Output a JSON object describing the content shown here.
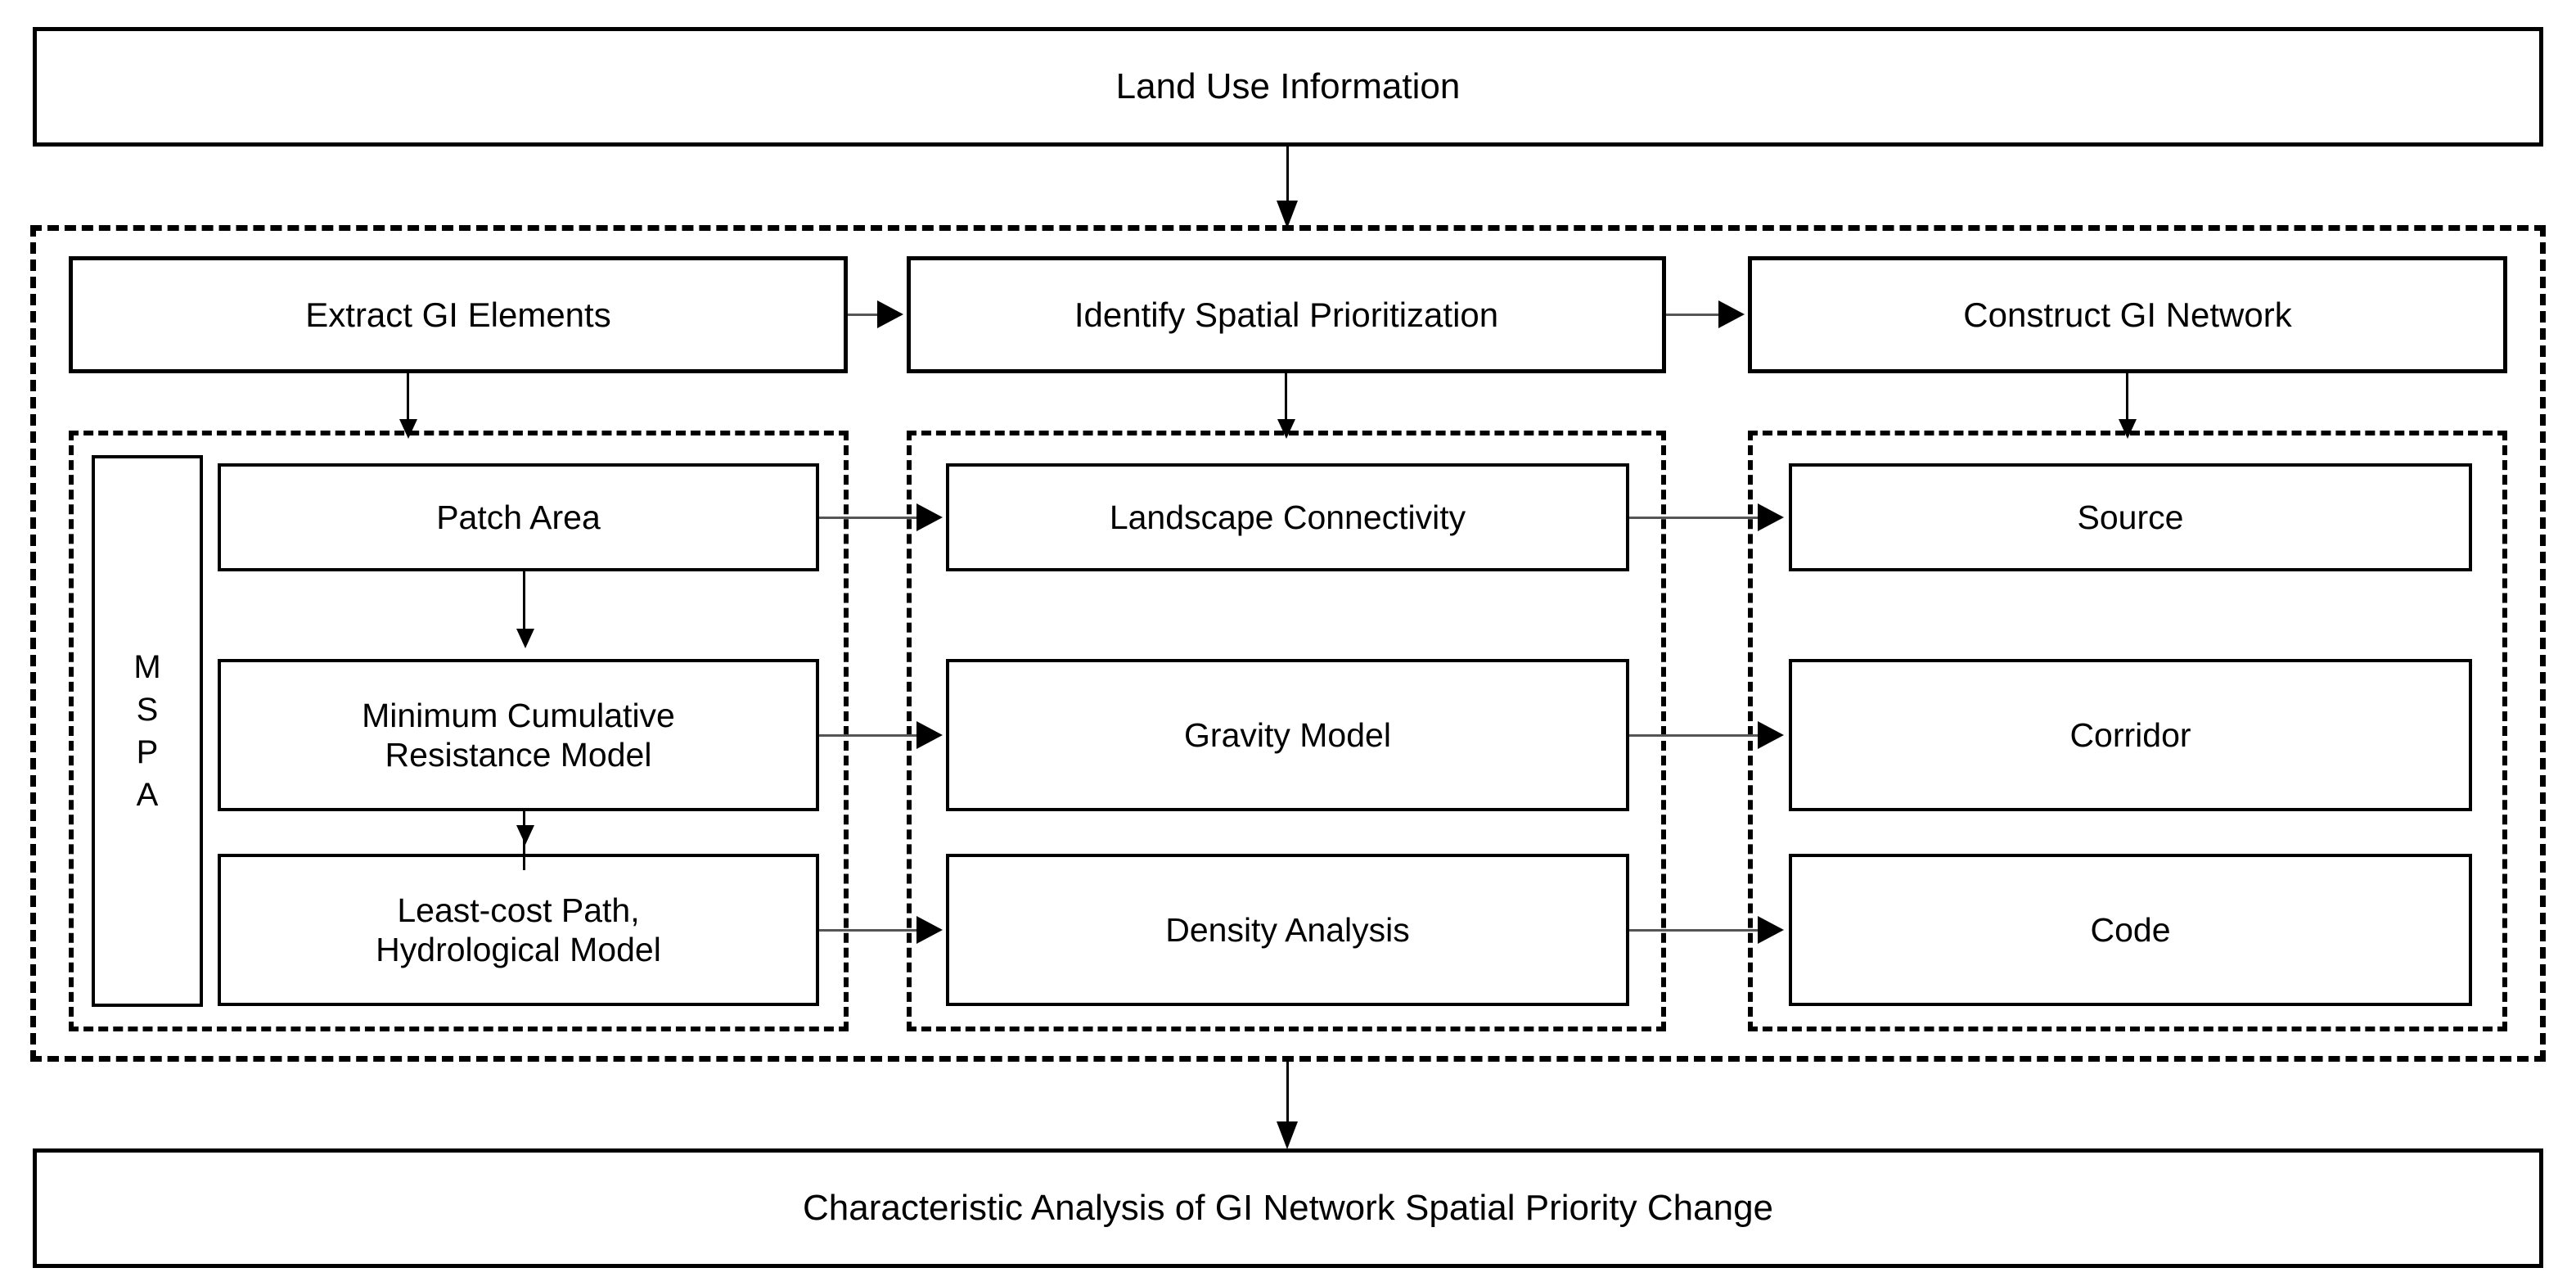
{
  "diagram": {
    "title_box": {
      "label": "Land Use Information"
    },
    "bottom_box": {
      "label": "Characteristic Analysis of GI Network Spatial Priority Change"
    },
    "stage_row": [
      {
        "label": "Extract GI Elements"
      },
      {
        "label": "Identify Spatial Prioritization"
      },
      {
        "label": "Construct GI Network"
      }
    ],
    "mspa_label": {
      "letters": [
        "M",
        "S",
        "P",
        "A"
      ],
      "text": "MSPA"
    },
    "columns": [
      {
        "name": "extract-gi-elements-column",
        "items": [
          {
            "label": "Patch Area"
          },
          {
            "label": "Minimum Cumulative\nResistance Model",
            "line1": "Minimum  Cumulative",
            "line2": "Resistance Model"
          },
          {
            "label": "Least-cost Path,\nHydrological Model",
            "line1": "Least-cost Path,",
            "line2": "Hydrological  Model"
          }
        ]
      },
      {
        "name": "identify-spatial-prioritization-column",
        "items": [
          {
            "label": "Landscape Connectivity"
          },
          {
            "label": "Gravity Model"
          },
          {
            "label": "Density Analysis"
          }
        ]
      },
      {
        "name": "construct-gi-network-column",
        "items": [
          {
            "label": "Source"
          },
          {
            "label": "Corridor"
          },
          {
            "label": "Code"
          }
        ]
      }
    ],
    "colors": {
      "stroke": "#000000",
      "connector": "#555555",
      "background": "#ffffff"
    }
  }
}
